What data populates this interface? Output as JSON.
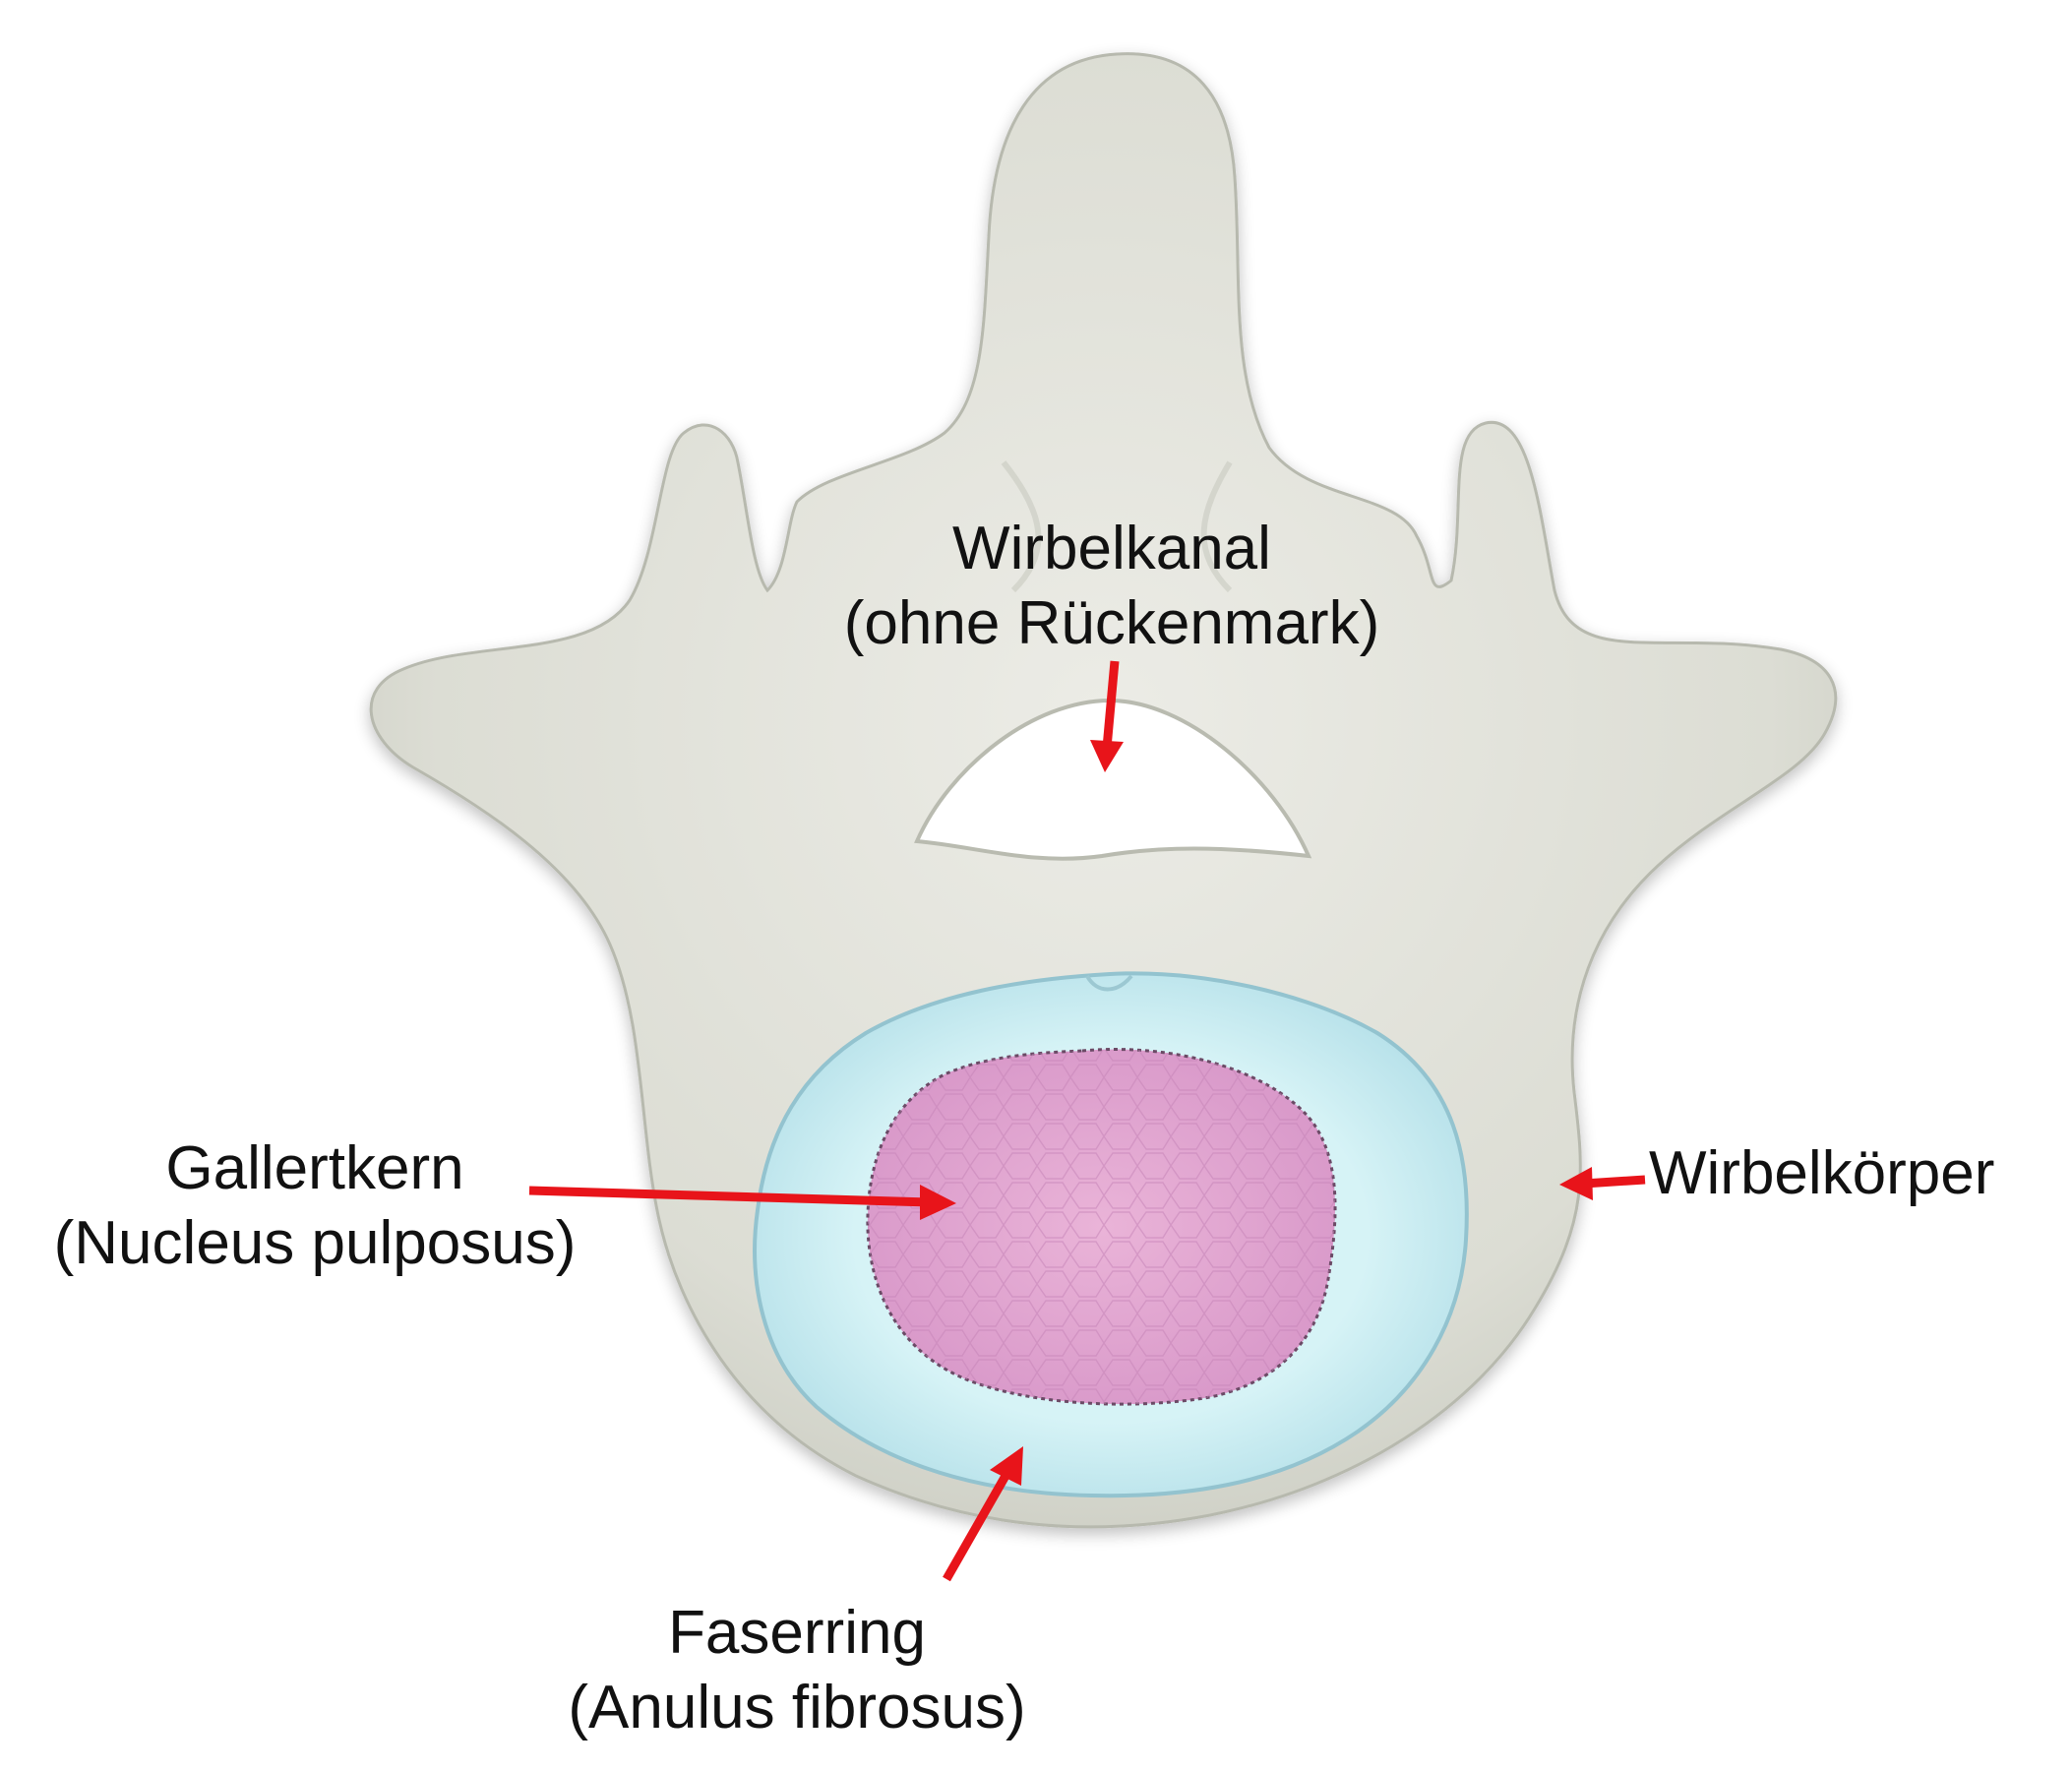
{
  "colors": {
    "bone_fill": "#e3e3dc",
    "bone_shadow": "#bfc0b6",
    "annulus_fill": "#c9eef2",
    "annulus_edge": "#9dcbd6",
    "nucleus_fill": "#e2a9d4",
    "arrow": "#e8141a",
    "text": "#111111"
  },
  "labels": {
    "canal": {
      "line1": "Wirbelkanal",
      "line2": "(ohne Rückenmark)"
    },
    "nucleus": {
      "line1": "Gallertkern",
      "line2": "(Nucleus pulposus)"
    },
    "body": {
      "line1": "Wirbelkörper"
    },
    "annulus": {
      "line1": "Faserring",
      "line2": "(Anulus fibrosus)"
    }
  }
}
